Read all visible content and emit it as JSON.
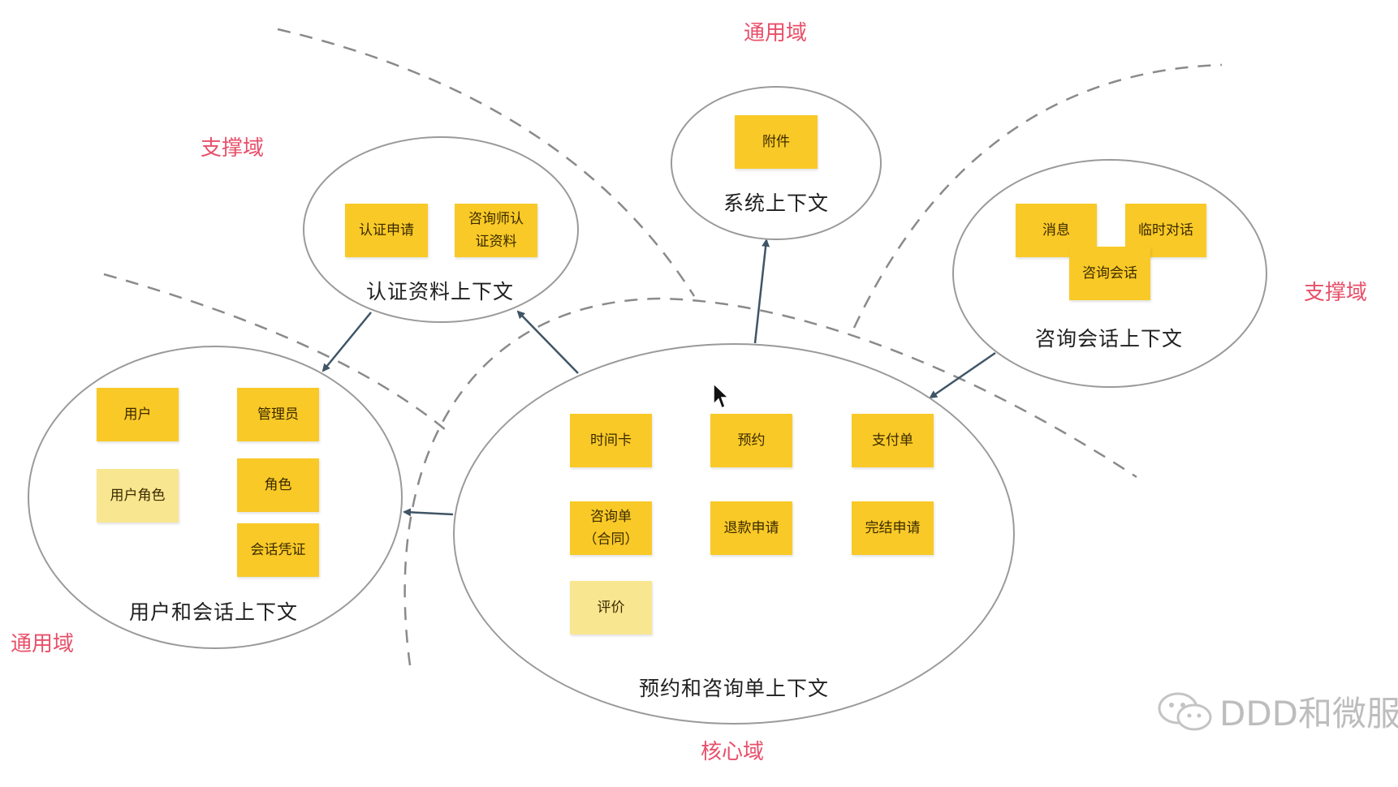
{
  "colors": {
    "note_strong": "#F9C927",
    "note_light": "#F9E690",
    "domain_label": "#E8506A",
    "arrow": "#3F5566",
    "boundary": "#8A8A8A"
  },
  "domains": {
    "generic_top": "通用域",
    "support_left": "支撑域",
    "support_right": "支撑域",
    "generic_left": "通用域",
    "core": "核心域"
  },
  "contexts": {
    "auth": {
      "title": "认证资料上下文",
      "notes": {
        "apply": "认证申请",
        "profile_line1": "咨询师认",
        "profile_line2": "证资料"
      }
    },
    "system": {
      "title": "系统上下文",
      "notes": {
        "attachment": "附件"
      }
    },
    "consult_session": {
      "title": "咨询会话上下文",
      "notes": {
        "message": "消息",
        "temp_dialog": "临时对话",
        "session": "咨询会话"
      }
    },
    "user_session": {
      "title": "用户和会话上下文",
      "notes": {
        "user": "用户",
        "admin": "管理员",
        "user_role": "用户角色",
        "role": "角色",
        "credential": "会话凭证"
      }
    },
    "booking": {
      "title": "预约和咨询单上下文",
      "notes": {
        "time_card": "时间卡",
        "booking": "预约",
        "payment": "支付单",
        "order_line1": "咨询单",
        "order_line2": "（合同）",
        "refund": "退款申请",
        "finish": "完结申请",
        "review": "评价"
      }
    }
  },
  "watermark": {
    "text": "DDD和微服",
    "icon": "wechat-icon"
  }
}
